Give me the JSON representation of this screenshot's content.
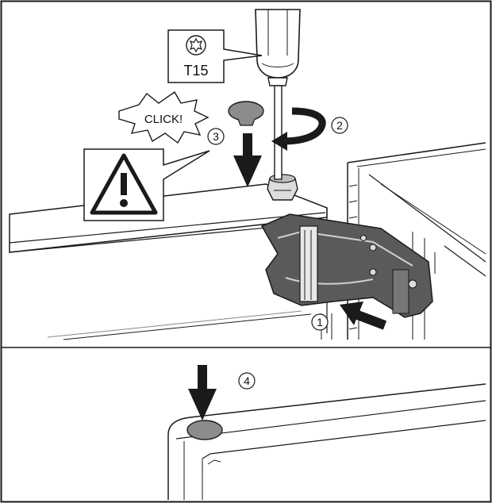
{
  "top_panel": {
    "tool_callout": {
      "bit_label": "T15",
      "icon": "torx-star-icon"
    },
    "click_burst": {
      "text": "CLICK!"
    },
    "warning": {
      "icon": "warning-triangle-icon"
    },
    "steps": [
      "1",
      "2",
      "3"
    ]
  },
  "bottom_panel": {
    "steps": [
      "4"
    ]
  },
  "colors": {
    "line": "#1a1a1a",
    "hinge_fill": "#5a5a5a",
    "cap_fill": "#8c8c8c",
    "background": "#ffffff"
  }
}
